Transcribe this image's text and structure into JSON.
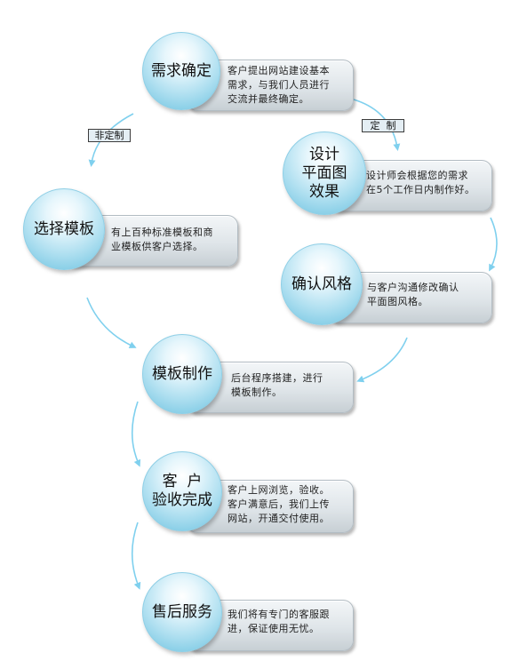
{
  "colors": {
    "arrow": "#7fd0ee",
    "circle_edge": "#6cc2e0",
    "pill": "#dfe5e9"
  },
  "tags": {
    "non_custom": "非定制",
    "custom": "定  制"
  },
  "steps": {
    "demand": {
      "title": "需求确定",
      "desc": "客户提出网站建设基本\n需求，与我们人员进行\n交流并最终确定。"
    },
    "design": {
      "title": "设计\n平面图\n效果",
      "desc": "设计师会根据您的需求\n在5个工作日内制作好。"
    },
    "confirm": {
      "title": "确认风格",
      "desc": "与客户沟通修改确认\n平面图风格。"
    },
    "template": {
      "title": "选择模板",
      "desc": "有上百种标准模板和商\n业模板供客户选择。"
    },
    "build": {
      "title": "模板制作",
      "desc": "后台程序搭建，进行\n模板制作。"
    },
    "accept": {
      "title": "客  户\n验收完成",
      "desc": "客户上网浏览，验收。\n客户满意后，我们上传\n网站，开通交付使用。"
    },
    "service": {
      "title": "售后服务",
      "desc": "我们将有专门的客服跟\n进，保证使用无忧。"
    }
  }
}
